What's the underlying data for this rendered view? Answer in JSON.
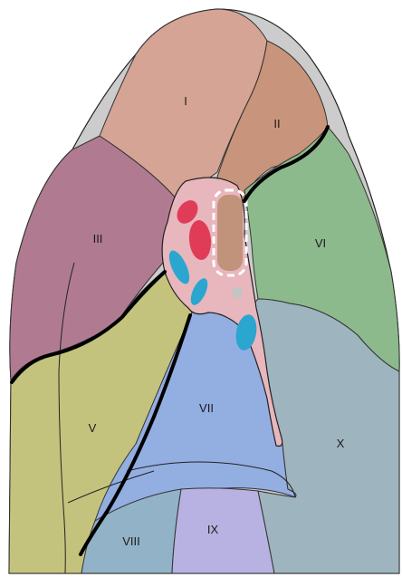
{
  "segments": [
    {
      "id": "I",
      "label": "I",
      "color": "#d6a494"
    },
    {
      "id": "II",
      "label": "II",
      "color": "#c9947c"
    },
    {
      "id": "III",
      "label": "III",
      "color": "#b07b90"
    },
    {
      "id": "V",
      "label": "V",
      "color": "#c4c37d"
    },
    {
      "id": "VI",
      "label": "VI",
      "color": "#8dba8d"
    },
    {
      "id": "VII",
      "label": "VII",
      "color": "#93aee1"
    },
    {
      "id": "VIII",
      "label": "VIII",
      "color": "#92b2c7"
    },
    {
      "id": "IX",
      "label": "IX",
      "color": "#b8b2e2"
    },
    {
      "id": "X",
      "label": "X",
      "color": "#9eb4be"
    }
  ],
  "hilum": {
    "color": "#e8b6bd",
    "arteries_color": "#e03c57",
    "veins_color": "#2aa6cf",
    "bronchus_color": "#c1937b",
    "node_color": "#c4c4c4"
  },
  "fissure_color": "#000000"
}
